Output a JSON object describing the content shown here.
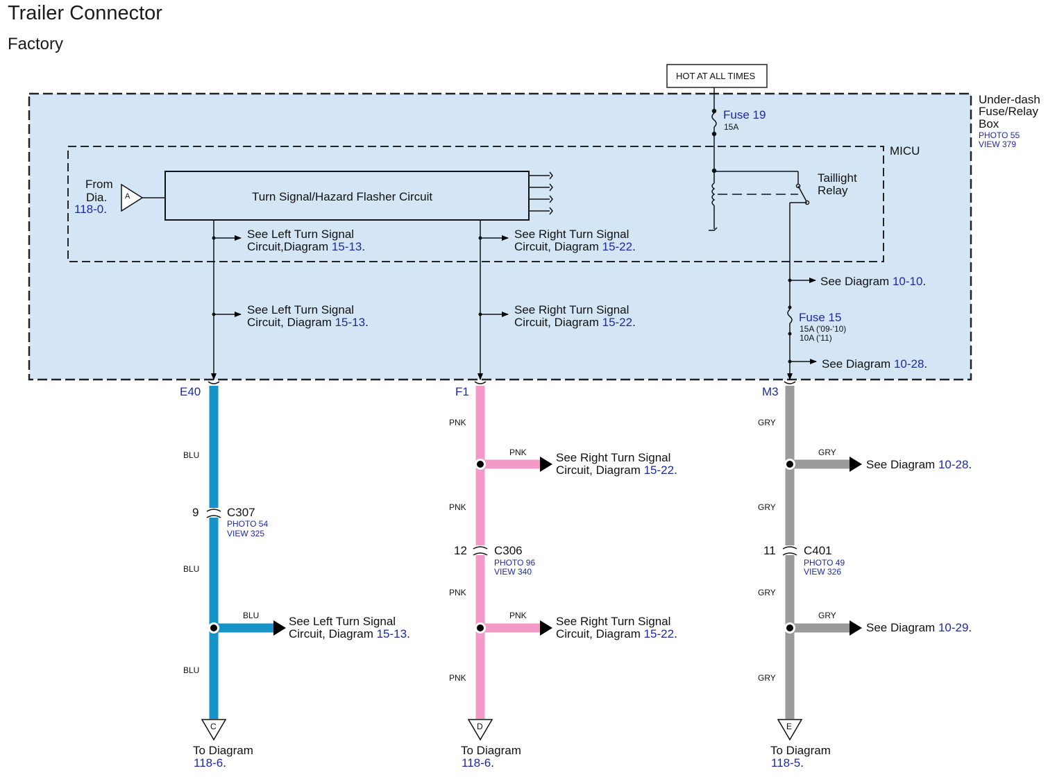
{
  "title": "Trailer Connector",
  "subtitle": "Factory",
  "hot_label": "HOT AT ALL TIMES",
  "fuse_box": {
    "name": [
      "Under-dash",
      "Fuse/Relay",
      "Box"
    ],
    "photo": "PHOTO 55",
    "view": "VIEW 379"
  },
  "micu_label": "MICU",
  "fuse19": {
    "name": "Fuse 19",
    "rating": "15A"
  },
  "taillight_relay": [
    "Taillight",
    "Relay"
  ],
  "from": {
    "line1": "From",
    "line2": "Dia.",
    "ref": "118-0",
    "connector": "A"
  },
  "flasher_label": "Turn Signal/Hazard Flasher Circuit",
  "refs": {
    "left1": {
      "l1": "See Left Turn Signal",
      "l2": "Circuit,",
      "l2b": "Diagram ",
      "num": "15-13"
    },
    "right1": {
      "l1": "See Right Turn Signal",
      "l2": "Circuit,",
      "l2b": "Diagram ",
      "num": "15-22"
    },
    "left2": {
      "l1": "See Left Turn Signal",
      "l2": "Circuit, Diagram ",
      "num": "15-13"
    },
    "right2": {
      "l1": "See Right Turn Signal",
      "l2": "Circuit,",
      "l2b": "Diagram ",
      "num": "15-22"
    },
    "diag1010": {
      "text": "See Diagram ",
      "num": "10-10"
    },
    "diag1028a": {
      "text": "See Diagram ",
      "num": "10-28"
    },
    "diag1028b": {
      "text": "See Diagram ",
      "num": "10-28"
    },
    "diag1029": {
      "text": "See Diagram ",
      "num": "10-29"
    },
    "right3": {
      "l1": "See Right Turn Signal",
      "l2": "Circuit, Diagram ",
      "num": "15-22"
    },
    "right4": {
      "l1": "See Right Turn Signal",
      "l2": "Circuit, Diagram ",
      "num": "15-22"
    },
    "left3": {
      "l1": "See Left Turn Signal",
      "l2": "Circuit, Diagram ",
      "num": "15-13"
    }
  },
  "fuse15": {
    "name": "Fuse 15",
    "rating1": "15A ('09-'10)",
    "rating2": "10A ('11)"
  },
  "terminals": {
    "left": "E40",
    "mid": "F1",
    "right": "M3"
  },
  "wire_colors": {
    "blu": "BLU",
    "pnk": "PNK",
    "gry": "GRY",
    "blu_hex": "#1693c7",
    "pnk_hex": "#f49ac8",
    "gry_hex": "#9a9a9a",
    "box_fill": "#d4e5f5"
  },
  "connectors": {
    "c307": {
      "pin": "9",
      "name": "C307",
      "photo": "PHOTO 54",
      "view": "VIEW 325"
    },
    "c306": {
      "pin": "12",
      "name": "C306",
      "photo": "PHOTO 96",
      "view": "VIEW 340"
    },
    "c401": {
      "pin": "11",
      "name": "C401",
      "photo": "PHOTO 49",
      "view": "VIEW 326"
    }
  },
  "outputs": {
    "c": {
      "letter": "C",
      "text": "To Diagram",
      "ref": "118-6"
    },
    "d": {
      "letter": "D",
      "text": "To Diagram",
      "ref": "118-6"
    },
    "e": {
      "letter": "E",
      "text": "To Diagram",
      "ref": "118-5"
    }
  }
}
